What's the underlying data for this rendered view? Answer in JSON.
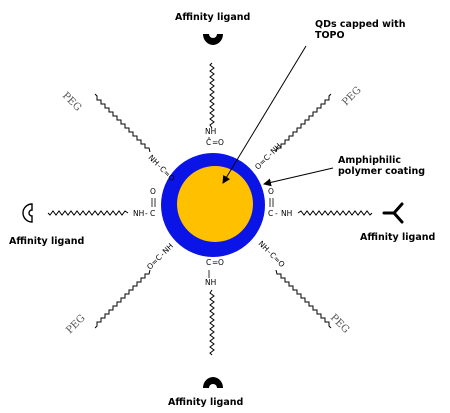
{
  "labels": {
    "affinity_ligand": "Affinity ligand",
    "qds_line1": "QDs capped with",
    "qds_line2": "TOPO",
    "amph_line1": "Amphiphilic",
    "amph_line2": "polymer coating",
    "peg": "PEG"
  },
  "linker": {
    "nh": "NH",
    "c": "C",
    "o": "O",
    "eq": "=",
    "dash": "-"
  },
  "colors": {
    "core": "#FFC000",
    "shell": "#0A14E6",
    "line": "#000000",
    "peg_text": "#555555"
  },
  "arm_ends": [
    "ligand-cup",
    "peg",
    "peg",
    "ligand-antibody",
    "ligand-cup",
    "peg",
    "peg",
    "ligand-cup"
  ]
}
